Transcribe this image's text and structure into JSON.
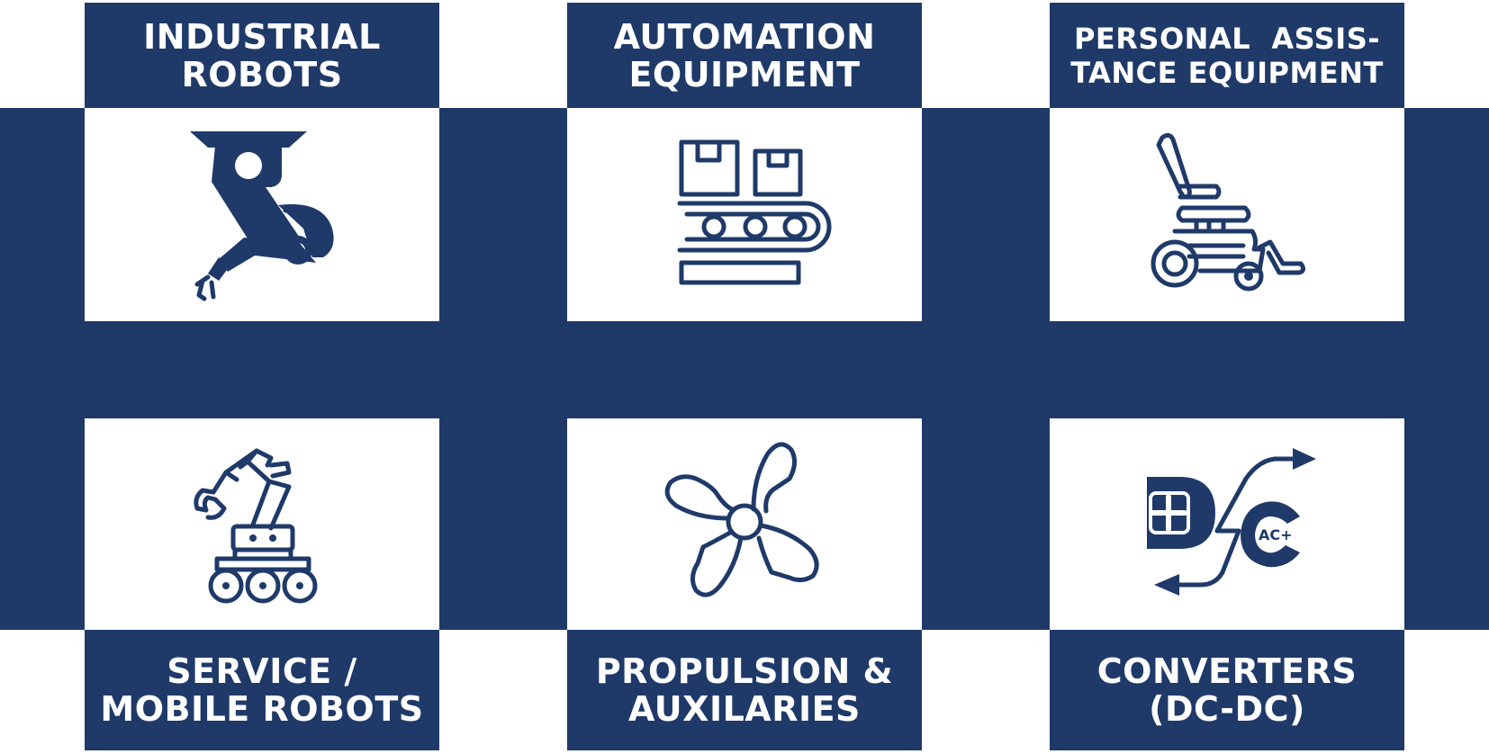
{
  "colors": {
    "navy": "#1f3a69",
    "white": "#ffffff"
  },
  "tiles": [
    {
      "title_lines": [
        "INDUSTRIAL",
        "ROBOTS"
      ],
      "icon": "industrial-robot-arm-icon"
    },
    {
      "title_lines": [
        "AUTOMATION",
        "EQUIPMENT"
      ],
      "icon": "conveyor-belt-icon"
    },
    {
      "title_lines": [
        "PERSONAL  ASSIS-",
        "TANCE EQUIPMENT"
      ],
      "icon": "wheelchair-icon"
    },
    {
      "title_lines": [
        "SERVICE /",
        "MOBILE ROBOTS"
      ],
      "icon": "mobile-robot-icon"
    },
    {
      "title_lines": [
        "PROPULSION &",
        "AUXILARIES"
      ],
      "icon": "propeller-icon"
    },
    {
      "title_lines": [
        "CONVERTERS",
        "(DC-DC)"
      ],
      "icon": "dc-dc-converter-icon"
    }
  ],
  "converter_icon_text": {
    "big_d": "D",
    "plus": "+",
    "big_c": "C",
    "small": "AC+"
  }
}
